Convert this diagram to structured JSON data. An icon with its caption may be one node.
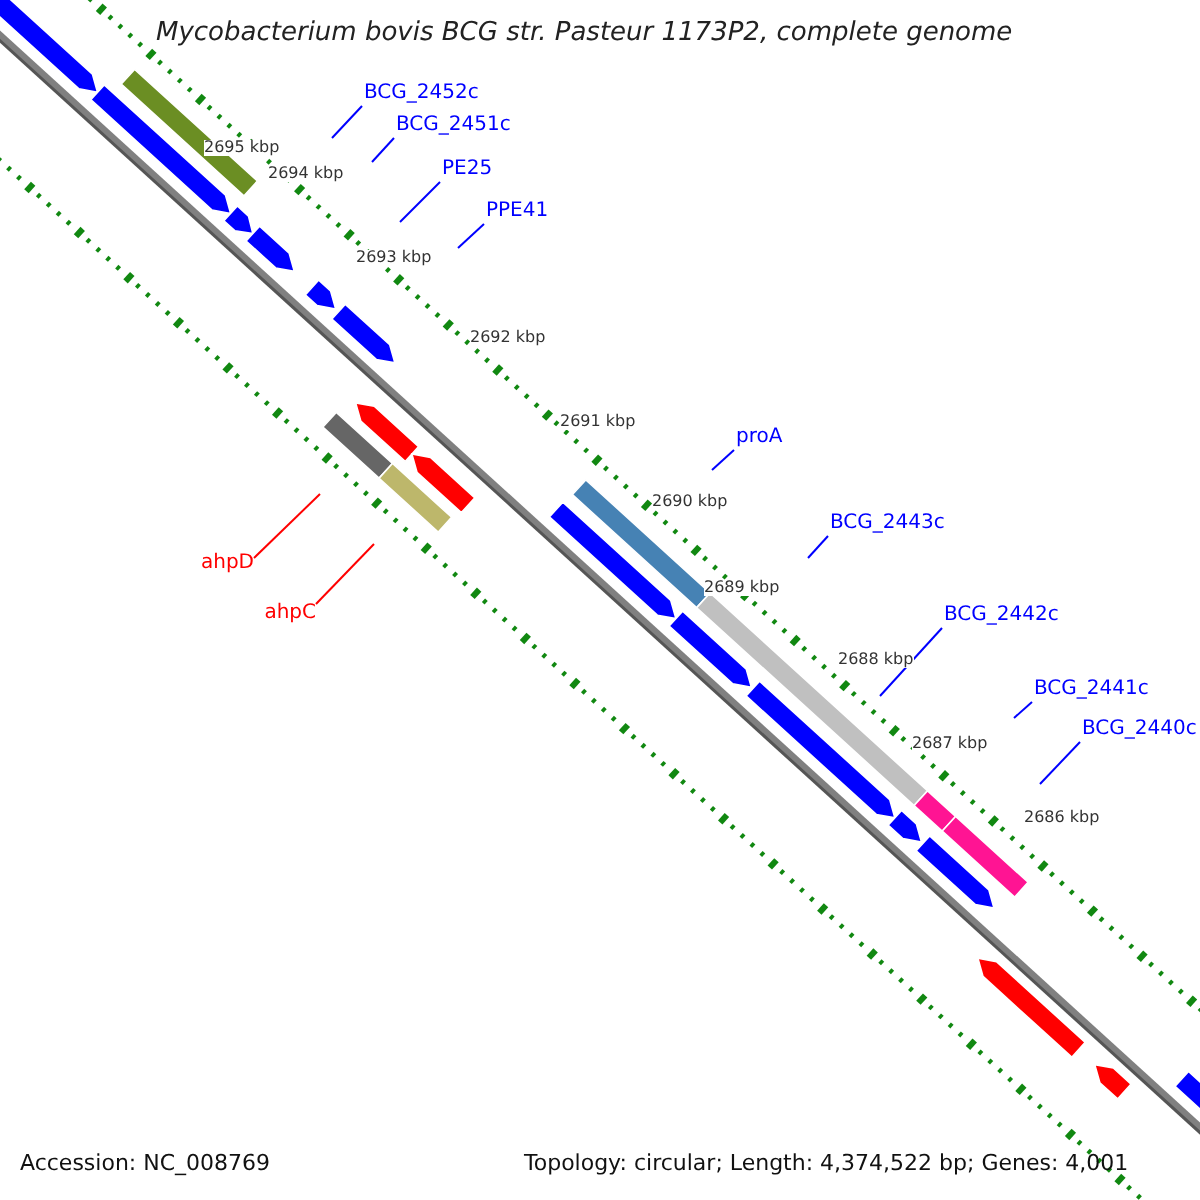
{
  "diagram": {
    "title": "Mycobacterium bovis BCG str. Pasteur 1173P2, complete genome",
    "nodes": [
      {
        "text": [
          "BCG_2452c"
        ]
      },
      {
        "text": [
          "BCG_2451c"
        ]
      },
      {
        "text": [
          "PE25"
        ]
      },
      {
        "text": [
          "PPE41"
        ]
      },
      {
        "text": [
          "proA"
        ]
      },
      {
        "text": [
          "BCG_2443c"
        ]
      },
      {
        "text": [
          "BCG_2442c"
        ]
      },
      {
        "text": [
          "BCG_2441c"
        ]
      },
      {
        "text": [
          "BCG_2440c"
        ]
      },
      {
        "text": [
          "ahpD"
        ]
      },
      {
        "text": [
          "ahpC"
        ]
      }
    ],
    "edges": [
      {
        "from": 0,
        "to": null,
        "arrow": "none"
      },
      {
        "from": 1,
        "to": null,
        "arrow": "none"
      },
      {
        "from": 2,
        "to": null,
        "arrow": "none"
      },
      {
        "from": 3,
        "to": null,
        "arrow": "none"
      },
      {
        "from": 4,
        "to": null,
        "arrow": "none"
      },
      {
        "from": 5,
        "to": null,
        "arrow": "none"
      },
      {
        "from": 6,
        "to": null,
        "arrow": "none"
      },
      {
        "from": 7,
        "to": null,
        "arrow": "none"
      },
      {
        "from": 8,
        "to": null,
        "arrow": "none"
      },
      {
        "from": 9,
        "to": null,
        "arrow": "none",
        "color": "#ff0000"
      },
      {
        "from": 10,
        "to": null,
        "arrow": "none",
        "color": "#ff0000"
      }
    ],
    "labels": [
      "2695 kbp",
      "2694 kbp",
      "2693 kbp",
      "2692 kbp",
      "2691 kbp",
      "2690 kbp",
      "2689 kbp",
      "2688 kbp",
      "2687 kbp",
      "2686 kbp",
      "Accession: NC_008769",
      "Topology: circular; Length: 4,374,522 bp; Genes: 4,001"
    ]
  }
}
